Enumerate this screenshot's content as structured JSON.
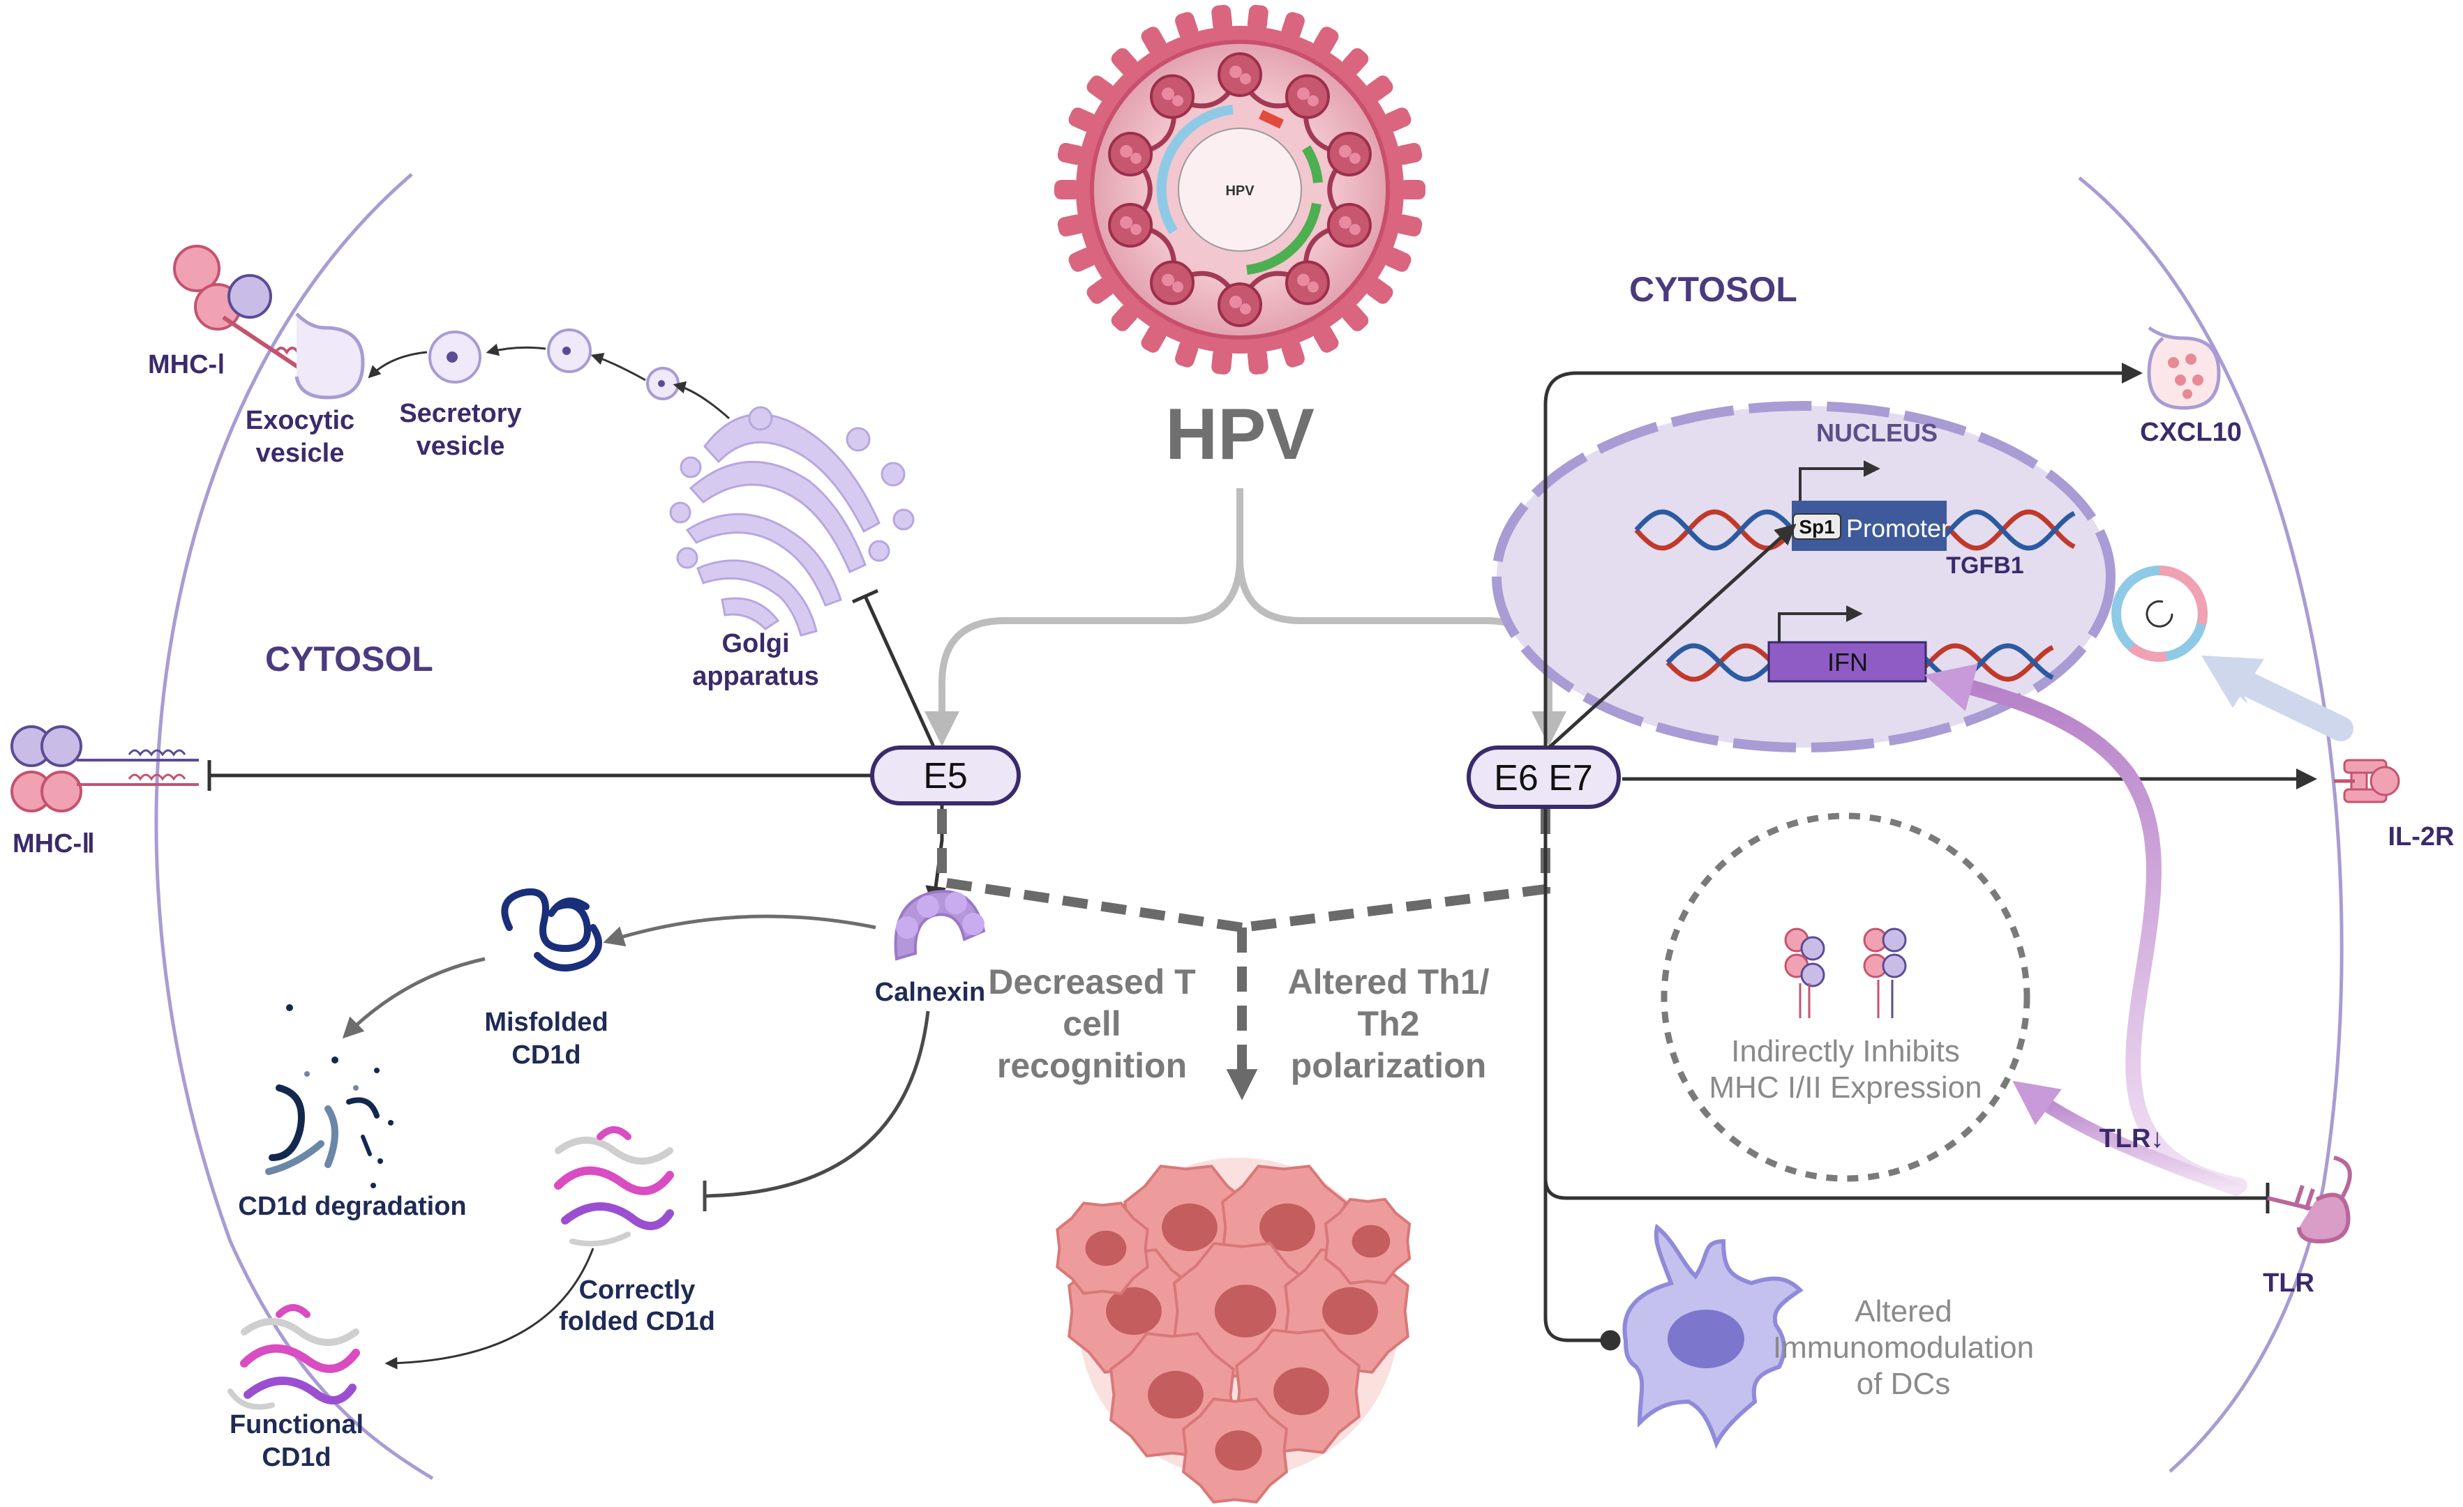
{
  "virus": {
    "label": "HPV",
    "genome_label": "HPV"
  },
  "left_cell": {
    "cytosol": "CYTOSOL",
    "mhc1": "MHC-Ⅰ",
    "mhc2": "MHC-Ⅱ",
    "exocytic_1": "Exocytic",
    "exocytic_2": "vesicle",
    "secretory_1": "Secretory",
    "secretory_2": "vesicle",
    "golgi_1": "Golgi",
    "golgi_2": "apparatus",
    "calnexin": "Calnexin",
    "misfolded_1": "Misfolded",
    "misfolded_2": "CD1d",
    "degradation": "CD1d degradation",
    "correct_1": "Correctly",
    "correct_2": "folded CD1d",
    "functional_1": "Functional",
    "functional_2": "CD1d"
  },
  "oncoproteins": {
    "e5": "E5",
    "e6e7": "E6 E7"
  },
  "center": {
    "decreased_1": "Decreased T",
    "decreased_2": "cell",
    "decreased_3": "recognition",
    "altered_1": "Altered Th1/",
    "altered_2": "Th2",
    "altered_3": "polarization"
  },
  "right_cell": {
    "cytosol": "CYTOSOL",
    "nucleus": "NUCLEUS",
    "sp1": "Sp1",
    "promoter": "Promoter",
    "tgfb1": "TGFB1",
    "ifn": "IFN",
    "cxcl10": "CXCL10",
    "il2r": "IL-2R",
    "tlr": "TLR",
    "tlr_down": "TLR↓",
    "inhibits_1": "Indirectly Inhibits",
    "inhibits_2": "MHC I/II Expression",
    "dc_1": "Altered",
    "dc_2": "Immunomodulation",
    "dc_3": "of DCs"
  },
  "colors": {
    "membrane": "#a99bd3",
    "virus_pink": "#d9657f",
    "oncoprotein_fill": "#ece6f6",
    "oncoprotein_stroke": "#3b2a6b",
    "arrow_dark": "#333333",
    "arrow_grey": "#b7b7b7",
    "ifn_box": "#8e5cc4",
    "promoter_box": "#3f5a9a",
    "tumor": "#e98d8d"
  }
}
